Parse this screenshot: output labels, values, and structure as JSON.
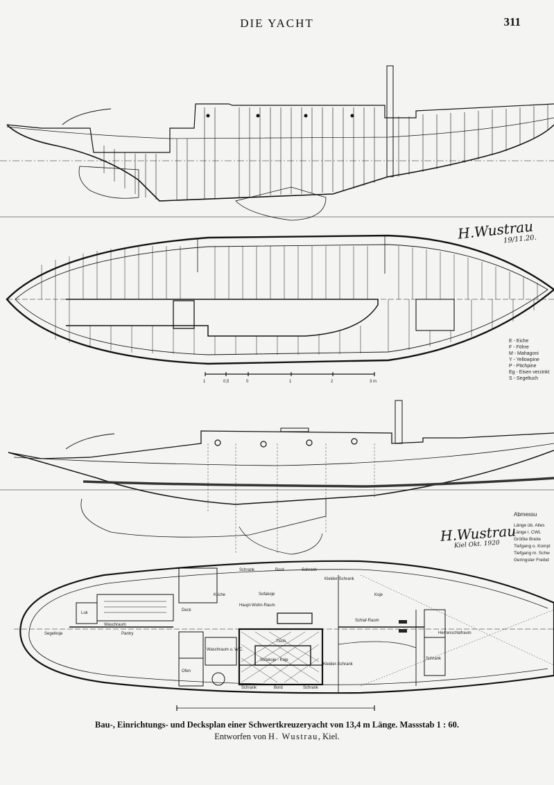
{
  "header": {
    "title": "DIE YACHT",
    "page_number": "311"
  },
  "signatures": {
    "top": "H.Wustrau",
    "top_date": "19/11.20.",
    "bottom": "H.Wustrau",
    "bottom_date": "Kiel Okt. 1920"
  },
  "legend": {
    "items": [
      "E - Eiche",
      "F - Föhre",
      "M - Mahagoni",
      "Y - Yellowpine",
      "P - Pitchpine",
      "Eg - Eisen verzinkt",
      "S - Segeltuch"
    ]
  },
  "dimensions": {
    "heading": "Abmessu",
    "rows": [
      "Länge üb. Alles",
      "Länge i. CWL",
      "Größte Breite",
      "Tiefgang o. Kompl",
      "Tiefgang m. Schw",
      "Geringster Freibd"
    ]
  },
  "scale_bar": {
    "labels": [
      "1",
      "0,5",
      "0",
      "1",
      "2",
      "3 m"
    ]
  },
  "rooms": {
    "segelkoje": "Segelkoje",
    "wasserkloset_top": "Waschraum",
    "pantry": "Pantry",
    "luk": "Luk",
    "roof": "Deck",
    "kueche": "Küche",
    "schrank_oben": "Schrank",
    "bord": "Bord",
    "schrank2": "Schrank",
    "klaeder": "Kleider-Schrank",
    "sofakoje": "Sofakoje",
    "haupt": "Haupt-Wohn-Raum",
    "koje": "Koje",
    "schlafraum": "Schlaf-Raum",
    "herrenschlafraum": "Herrenschlafraum",
    "tisch": "Tisch",
    "sofakoje2": "Sofakoje - Koje",
    "waschraum": "Waschraum u. W.C.",
    "schrank3": "Schrank",
    "bord2": "Bord",
    "schrank4": "Schrank",
    "kleiderschrank2": "Kleider-Schrank",
    "schrank5": "Schrank",
    "treppe": "Ofen"
  },
  "caption": {
    "line1": "Bau-, Einrichtungs- und Decksplan einer Schwertkreuzeryacht von 13,4 m Länge.",
    "scale": "Massstab 1 : 60.",
    "line2_prefix": "Entworfen von",
    "designer": "H. Wustrau",
    "place": ", Kiel."
  }
}
